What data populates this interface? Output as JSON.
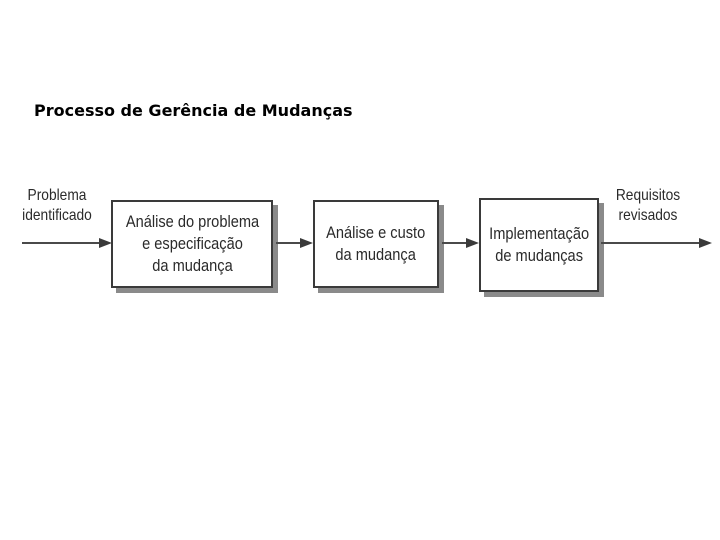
{
  "title": "Processo de Gerência de Mudanças",
  "diagram": {
    "input_label": "Problema\nidentificado",
    "steps": [
      {
        "label": "Análise do problema\ne especificação\nda mudança"
      },
      {
        "label": "Análise e custo\nda mudança"
      },
      {
        "label": "Implementação\nde mudanças"
      }
    ],
    "output_label": "Requisitos\nrevisados"
  }
}
